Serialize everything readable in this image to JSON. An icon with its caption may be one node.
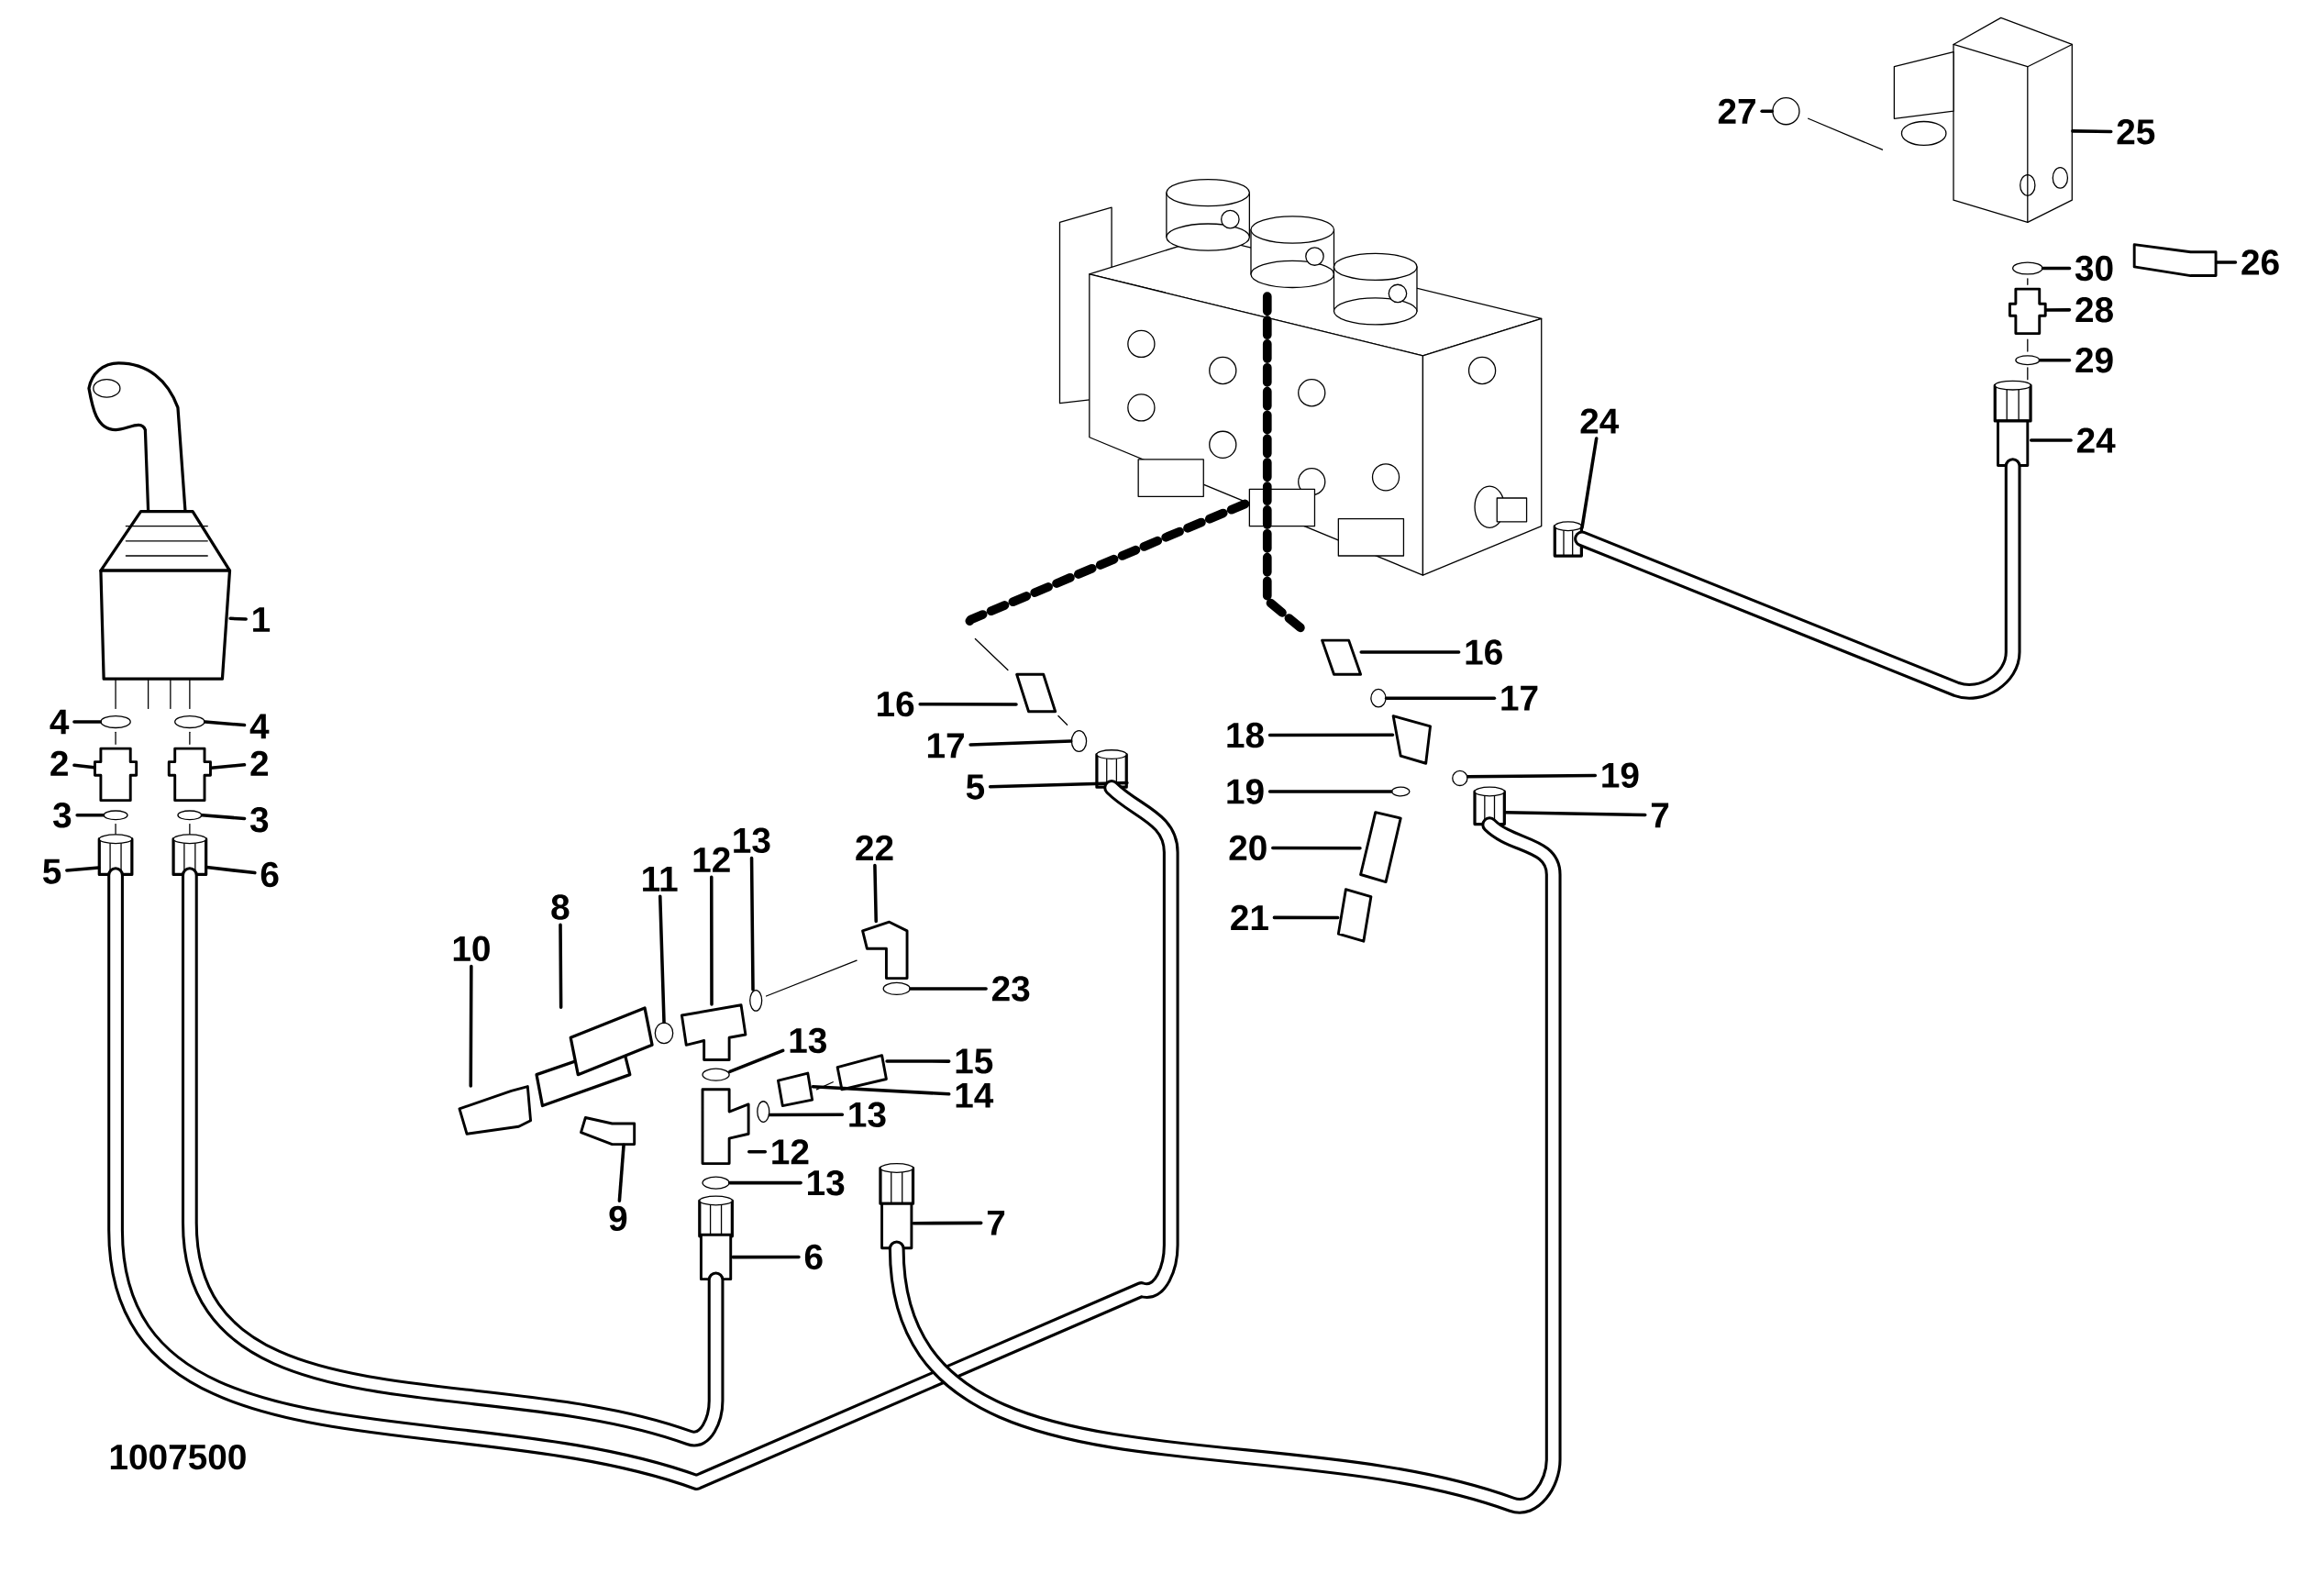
{
  "diagram": {
    "nodes": [
      {
        "text": [
          "27"
        ]
      },
      {
        "text": [
          "25"
        ]
      },
      {
        "text": [
          "26"
        ]
      },
      {
        "text": [
          "30"
        ]
      },
      {
        "text": [
          "28"
        ]
      },
      {
        "text": [
          "29"
        ]
      },
      {
        "text": [
          "24"
        ]
      },
      {
        "text": [
          "24"
        ]
      },
      {
        "text": [
          "1"
        ]
      },
      {
        "text": [
          "16"
        ]
      },
      {
        "text": [
          "17"
        ]
      },
      {
        "text": [
          "16"
        ]
      },
      {
        "text": [
          "17"
        ]
      },
      {
        "text": [
          "18"
        ]
      },
      {
        "text": [
          "4"
        ]
      },
      {
        "text": [
          "4"
        ]
      },
      {
        "text": [
          "2"
        ]
      },
      {
        "text": [
          "2"
        ]
      },
      {
        "text": [
          "5"
        ]
      },
      {
        "text": [
          "19"
        ]
      },
      {
        "text": [
          "19"
        ]
      },
      {
        "text": [
          "7"
        ]
      },
      {
        "text": [
          "3"
        ]
      },
      {
        "text": [
          "3"
        ]
      },
      {
        "text": [
          "20"
        ]
      },
      {
        "text": [
          "5"
        ]
      },
      {
        "text": [
          "6"
        ]
      },
      {
        "text": [
          "22"
        ]
      },
      {
        "text": [
          "13"
        ]
      },
      {
        "text": [
          "12"
        ]
      },
      {
        "text": [
          "11"
        ]
      },
      {
        "text": [
          "8"
        ]
      },
      {
        "text": [
          "21"
        ]
      },
      {
        "text": [
          "10"
        ]
      },
      {
        "text": [
          "23"
        ]
      },
      {
        "text": [
          "13"
        ]
      },
      {
        "text": [
          "15"
        ]
      },
      {
        "text": [
          "14"
        ]
      },
      {
        "text": [
          "13"
        ]
      },
      {
        "text": [
          "12"
        ]
      },
      {
        "text": [
          "13"
        ]
      },
      {
        "text": [
          "9"
        ]
      },
      {
        "text": [
          "7"
        ]
      },
      {
        "text": [
          "6"
        ]
      },
      {
        "text": [],
        "shape": "circle"
      },
      {
        "text": [],
        "shape": "picture"
      },
      {
        "text": [],
        "shape": "box"
      },
      {
        "text": [],
        "shape": "circle"
      },
      {
        "text": [],
        "shape": "box"
      },
      {
        "text": [],
        "shape": "circle"
      },
      {
        "text": [],
        "shape": "picture"
      },
      {
        "text": [],
        "shape": "picture"
      },
      {
        "text": [],
        "shape": "picture"
      },
      {
        "text": [],
        "shape": "box"
      },
      {
        "text": [],
        "shape": "circle"
      },
      {
        "text": [],
        "shape": "box"
      },
      {
        "text": [],
        "shape": "circle"
      },
      {
        "text": [],
        "shape": "box"
      },
      {
        "text": [],
        "shape": "circle"
      },
      {
        "text": [],
        "shape": "circle"
      },
      {
        "text": [],
        "shape": "box"
      },
      {
        "text": [],
        "shape": "box"
      },
      {
        "text": [],
        "shape": "picture"
      },
      {
        "text": [],
        "shape": "circle"
      },
      {
        "text": [],
        "shape": "circle"
      },
      {
        "text": [],
        "shape": "picture"
      },
      {
        "text": [],
        "shape": "circle"
      },
      {
        "text": [],
        "shape": "circle"
      },
      {
        "text": [],
        "shape": "box"
      },
      {
        "text": [],
        "shape": "picture"
      },
      {
        "text": [],
        "shape": "picture"
      },
      {
        "text": [],
        "shape": "box"
      },
      {
        "text": [],
        "shape": "circle"
      },
      {
        "text": [],
        "shape": "box"
      },
      {
        "text": [],
        "shape": "circle"
      },
      {
        "text": [],
        "shape": "picture"
      },
      {
        "text": [],
        "shape": "box"
      },
      {
        "text": [],
        "shape": "box"
      },
      {
        "text": [],
        "shape": "circle"
      },
      {
        "text": [],
        "shape": "circle"
      },
      {
        "text": [],
        "shape": "box"
      },
      {
        "text": [],
        "shape": "box"
      },
      {
        "text": [],
        "shape": "circle"
      },
      {
        "text": [],
        "shape": "box"
      },
      {
        "text": [],
        "shape": "circle"
      },
      {
        "text": [],
        "shape": "box"
      },
      {
        "text": [],
        "shape": "picture"
      },
      {
        "text": [],
        "shape": "picture"
      }
    ],
    "edges": [
      {
        "from": 0,
        "to": 44,
        "arrow": "none"
      },
      {
        "from": 1,
        "to": 45,
        "arrow": "none"
      },
      {
        "from": 2,
        "to": 46,
        "arrow": "none"
      },
      {
        "from": 3,
        "to": 47,
        "arrow": "none"
      },
      {
        "from": 4,
        "to": 48,
        "arrow": "none"
      },
      {
        "from": 5,
        "to": 49,
        "arrow": "none"
      },
      {
        "from": 6,
        "to": 50,
        "arrow": "none"
      },
      {
        "from": 7,
        "to": 51,
        "arrow": "none"
      },
      {
        "from": 8,
        "to": 52,
        "arrow": "none"
      },
      {
        "from": 9,
        "to": 53,
        "arrow": "none"
      },
      {
        "from": 10,
        "to": 54,
        "arrow": "none"
      },
      {
        "from": 11,
        "to": 55,
        "arrow": "none"
      },
      {
        "from": 12,
        "to": 56,
        "arrow": "none"
      },
      {
        "from": 13,
        "to": 57,
        "arrow": "none"
      },
      {
        "from": 14,
        "to": 58,
        "arrow": "none"
      },
      {
        "from": 15,
        "to": 59,
        "arrow": "none"
      },
      {
        "from": 16,
        "to": 60,
        "arrow": "none"
      },
      {
        "from": 17,
        "to": 61,
        "arrow": "none"
      },
      {
        "from": 18,
        "to": 62,
        "arrow": "none"
      },
      {
        "from": 19,
        "to": 63,
        "arrow": "none"
      },
      {
        "from": 20,
        "to": 64,
        "arrow": "none"
      },
      {
        "from": 21,
        "to": 65,
        "arrow": "none"
      },
      {
        "from": 22,
        "to": 66,
        "arrow": "none"
      },
      {
        "from": 23,
        "to": 67,
        "arrow": "none"
      },
      {
        "from": 24,
        "to": 68,
        "arrow": "none"
      },
      {
        "from": 25,
        "to": 69,
        "arrow": "none"
      },
      {
        "from": 26,
        "to": 70,
        "arrow": "none"
      },
      {
        "from": 27,
        "to": 71,
        "arrow": "none"
      },
      {
        "from": 28,
        "to": 72,
        "arrow": "none"
      },
      {
        "from": 29,
        "to": 73,
        "arrow": "none"
      },
      {
        "from": 30,
        "to": 74,
        "arrow": "none"
      },
      {
        "from": 31,
        "to": 75,
        "arrow": "none"
      },
      {
        "from": 32,
        "to": 76,
        "arrow": "none"
      },
      {
        "from": 33,
        "to": 77,
        "arrow": "none"
      },
      {
        "from": 34,
        "to": 78,
        "arrow": "none"
      },
      {
        "from": 35,
        "to": 79,
        "arrow": "none"
      },
      {
        "from": 36,
        "to": 80,
        "arrow": "none"
      },
      {
        "from": 37,
        "to": 81,
        "arrow": "none"
      },
      {
        "from": 38,
        "to": 82,
        "arrow": "none"
      },
      {
        "from": 39,
        "to": 83,
        "arrow": "none"
      },
      {
        "from": 40,
        "to": 84,
        "arrow": "none"
      },
      {
        "from": 41,
        "to": 85,
        "arrow": "none"
      },
      {
        "from": 42,
        "to": 86,
        "arrow": "none"
      },
      {
        "from": 43,
        "to": 87,
        "arrow": "none"
      },
      {
        "from": 69,
        "to": 62,
        "arrow": "none",
        "style": "thick"
      },
      {
        "from": 70,
        "to": 87,
        "arrow": "none",
        "style": "thick"
      },
      {
        "from": 86,
        "to": 65,
        "arrow": "none",
        "style": "thick"
      },
      {
        "from": 50,
        "to": 51,
        "arrow": "none",
        "style": "thick"
      }
    ],
    "labels": [
      "1007500"
    ]
  }
}
